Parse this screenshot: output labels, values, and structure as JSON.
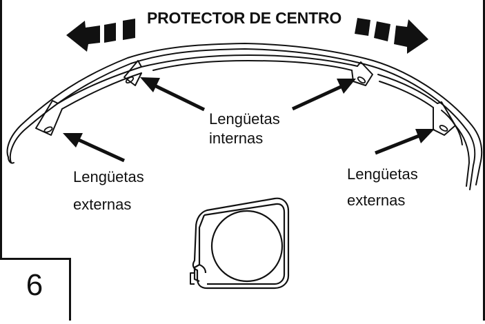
{
  "title": "PROTECTOR DE CENTRO",
  "labels": {
    "inner_line1": "Lengüetas",
    "inner_line2": "internas",
    "outer_left_line1": "Lengüetas",
    "outer_left_line2": "externas",
    "outer_right_line1": "Lengüetas",
    "outer_right_line2": "externas"
  },
  "step_number": "6",
  "colors": {
    "ink": "#111111",
    "background": "#ffffff"
  },
  "icons": [
    "direction-arrow-left-icon",
    "direction-arrow-right-icon",
    "tape-measure-icon"
  ]
}
